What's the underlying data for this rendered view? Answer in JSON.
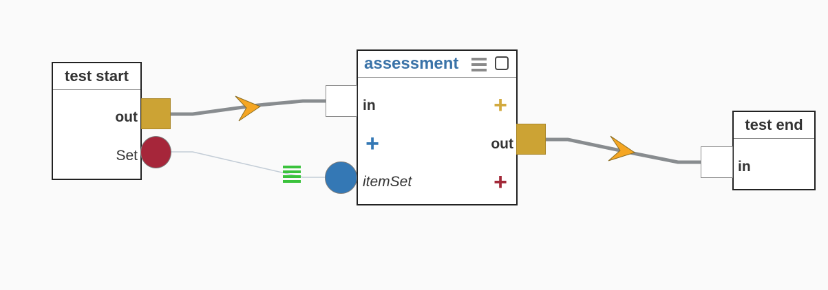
{
  "colors": {
    "background": "#fafafa",
    "flow_port": "#cca334",
    "flow_port_border": "#a98526",
    "set_port_red": "#a6263a",
    "set_port_blue": "#3478b5",
    "arrow_fill": "#f5a623",
    "edge": "#888c8f",
    "thin_edge": "#c2ccd6",
    "list_icon": "#3ac23c",
    "title_blue": "#3a73a8",
    "plus_gold": "#d2aa3f",
    "plus_blue": "#3478b5",
    "plus_red": "#a22838"
  },
  "nodes": {
    "test_start": {
      "title": "test start",
      "out_label": "out",
      "set_label": "Set"
    },
    "assessment": {
      "title": "assessment",
      "in_label": "in",
      "out_label": "out",
      "itemset_label": "itemSet",
      "menu_icon": "hamburger-menu-icon",
      "checkbox_icon": "checkbox-icon"
    },
    "test_end": {
      "title": "test end",
      "in_label": "in"
    }
  },
  "icons": {
    "edge_arrow": "arrowhead-icon",
    "edge_list": "list-icon",
    "add_port": "plus-icon"
  }
}
